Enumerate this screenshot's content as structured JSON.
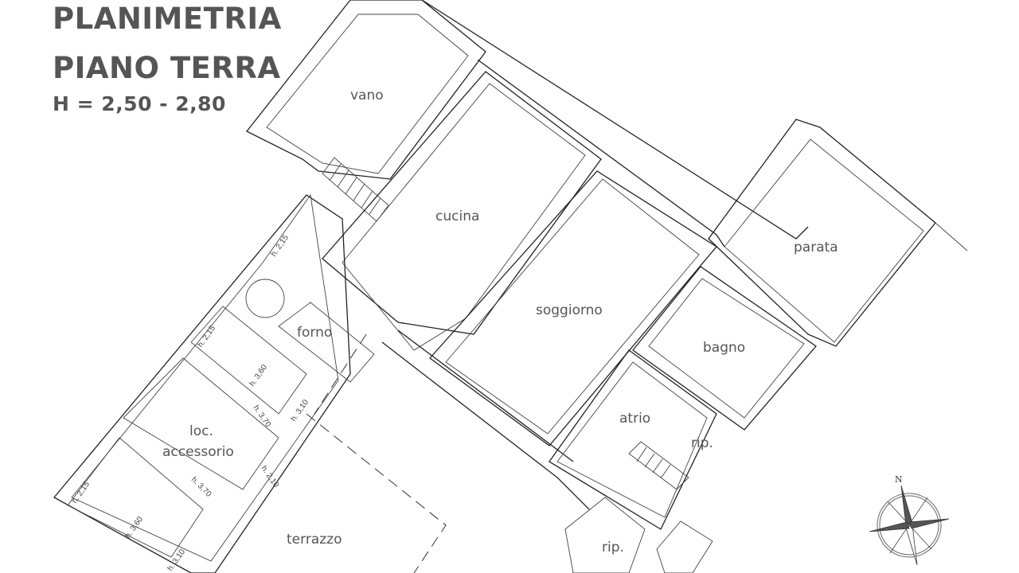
{
  "title": {
    "line1": "PLANIMETRIA",
    "line2": "PIANO TERRA",
    "line3": "H = 2,50 - 2,80"
  },
  "rooms": {
    "vano": "vano",
    "cucina": "cucina",
    "soggiorno": "soggiorno",
    "parata": "parata",
    "bagno": "bagno",
    "atrio": "atrio",
    "rip1": "rip.",
    "rip2": "rip.",
    "forno": "forno",
    "loc1": "loc.",
    "loc2": "accessorio",
    "terrazzo": "terrazzo"
  },
  "heights": [
    "h. 2,15",
    "h. 2,15",
    "h. 3,60",
    "h. 3,10",
    "h. 3,70",
    "h. 2,10",
    "h. 3,70",
    "h. 2,15",
    "h. 3,60",
    "h. 3,10"
  ],
  "compass": {
    "north": "N"
  }
}
